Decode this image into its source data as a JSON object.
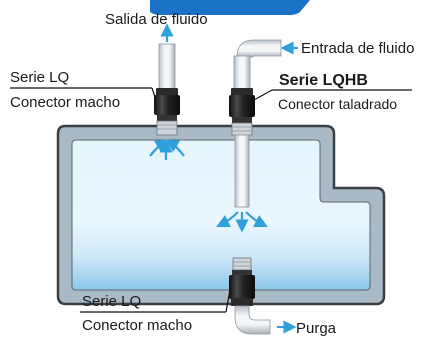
{
  "diagram": {
    "labels": {
      "outlet": "Salida de fluido",
      "inlet": "Entrada de fluido",
      "top_left_series": "Serie LQ",
      "top_left_connector": "Conector macho",
      "top_right_series": "Serie LQHB",
      "top_right_connector": "Conector taladrado",
      "bottom_series": "Serie LQ",
      "bottom_connector": "Conector macho",
      "drain": "Purga"
    },
    "colors": {
      "tank_wall": "#a9b9c5",
      "tank_outline": "#3a3f44",
      "fluid_light": "#e6f4fb",
      "fluid_deep": "#8cc7eb",
      "arrow": "#2ea0dc",
      "pipe_light": "#f4f6f8",
      "pipe_dark": "#b8c0c8",
      "fitting": "#1e1e1e",
      "banner": "#1a73c7"
    }
  }
}
